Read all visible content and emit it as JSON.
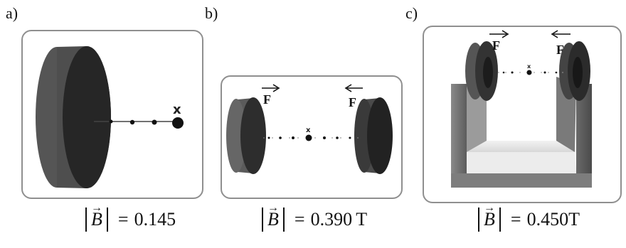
{
  "panels": [
    {
      "label": "a)",
      "formula": {
        "lhs": "B",
        "eq": "=",
        "value": "0.145"
      }
    },
    {
      "label": "b)",
      "formula": {
        "lhs": "B",
        "eq": "=",
        "value": "0.390 T"
      },
      "force_labels": [
        "F",
        "F"
      ]
    },
    {
      "label": "c)",
      "formula": {
        "lhs": "B",
        "eq": "=",
        "value": "0.450T"
      },
      "force_labels": [
        "F",
        "F"
      ]
    }
  ],
  "markers": {
    "x": "x"
  }
}
